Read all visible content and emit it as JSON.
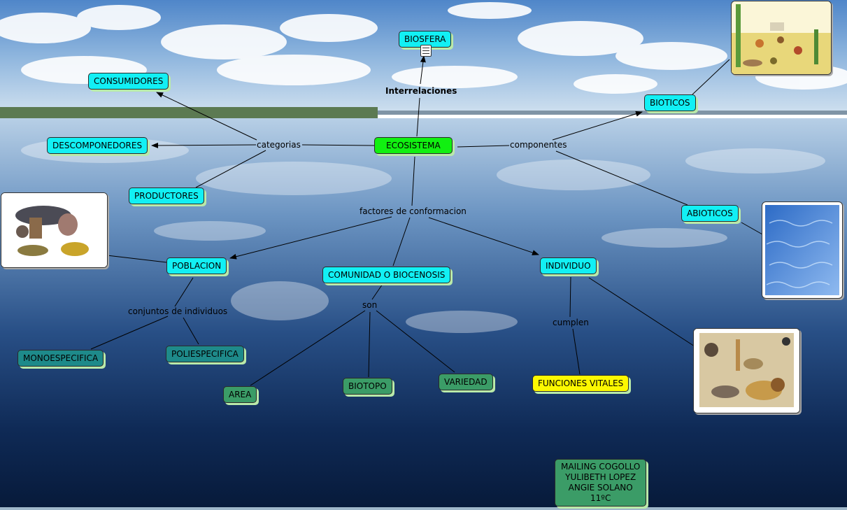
{
  "diagram": {
    "nodes": {
      "biosfera": "BIOSFERA",
      "consumidores": "CONSUMIDORES",
      "descomponedores": "DESCOMPONEDORES",
      "productores": "PRODUCTORES",
      "ecosistema": "ECOSISTEMA",
      "bioticos": "BIOTICOS",
      "abioticos": "ABIOTICOS",
      "poblacion": "POBLACION",
      "comunidad": "COMUNIDAD O BIOCENOSIS",
      "individuo": "INDIVIDUO",
      "monoespecifica": "MONOESPECIFICA",
      "poliespecifica": "POLIESPECIFICA",
      "area": "AREA",
      "biotopo": "BIOTOPO",
      "variedad": "VARIEDAD",
      "funciones_vitales": "FUNCIONES VITALES"
    },
    "linking_phrases": {
      "interrelaciones": "Interrelaciones",
      "categorias": "categorias",
      "componentes": "componentes",
      "factores": "factores de conformacion",
      "conjuntos": "conjuntos de individuos",
      "son": "son",
      "cumplen": "cumplen"
    },
    "credits": [
      "MAILING COGOLLO",
      "YULIBETH LOPEZ",
      "ANGIE SOLANO",
      "11ºC"
    ]
  },
  "icons": {
    "document": "document-icon",
    "images": [
      "desert-biotic-image",
      "water-abiotic-image",
      "animals-population-image",
      "wildlife-individual-image"
    ]
  },
  "colors": {
    "concept": "#12f0f4",
    "root": "#11f011",
    "population_type": "#1e8a8a",
    "community_part": "#3b9c67",
    "highlight": "#fcf800"
  }
}
